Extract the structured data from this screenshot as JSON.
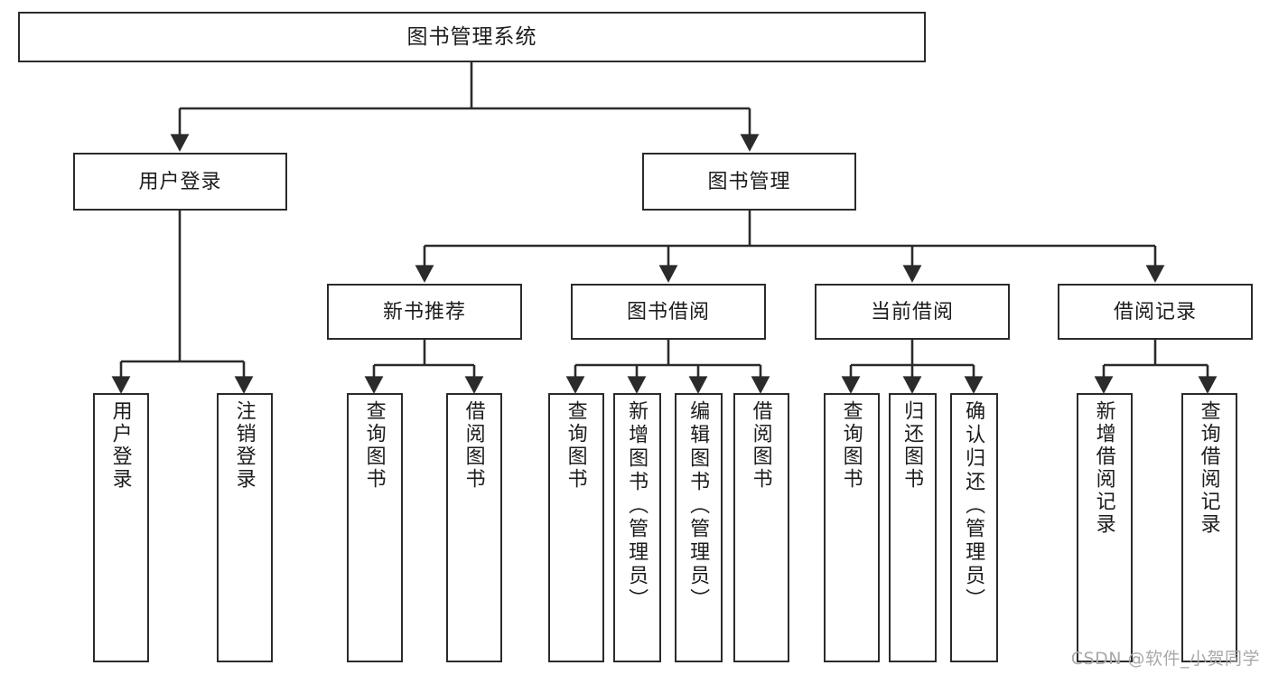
{
  "diagram": {
    "title": "图书管理系统",
    "type": "tree",
    "root": {
      "label": "图书管理系统"
    },
    "level2": [
      {
        "label": "用户登录"
      },
      {
        "label": "图书管理"
      }
    ],
    "level3": [
      {
        "label": "新书推荐",
        "parent": "图书管理"
      },
      {
        "label": "图书借阅",
        "parent": "图书管理"
      },
      {
        "label": "当前借阅",
        "parent": "图书管理"
      },
      {
        "label": "借阅记录",
        "parent": "图书管理"
      }
    ],
    "leaves": {
      "user_login": [
        {
          "label": "用户登录"
        },
        {
          "label": "注销登录"
        }
      ],
      "new_book": [
        {
          "label": "查询图书"
        },
        {
          "label": "借阅图书"
        }
      ],
      "borrow": [
        {
          "label": "查询图书"
        },
        {
          "label": "新增图书（管理员）"
        },
        {
          "label": "编辑图书（管理员）"
        },
        {
          "label": "借阅图书"
        }
      ],
      "current": [
        {
          "label": "查询图书"
        },
        {
          "label": "归还图书"
        },
        {
          "label": "确认归还（管理员）"
        }
      ],
      "records": [
        {
          "label": "新增借阅记录"
        },
        {
          "label": "查询借阅记录"
        }
      ]
    }
  },
  "watermark": {
    "text": "CSDN @软件_小贺同学"
  },
  "colors": {
    "stroke": "#2b2b2b",
    "fill": "#ffffff",
    "text": "#1c1c1c",
    "watermark": "#a9a9a9"
  }
}
